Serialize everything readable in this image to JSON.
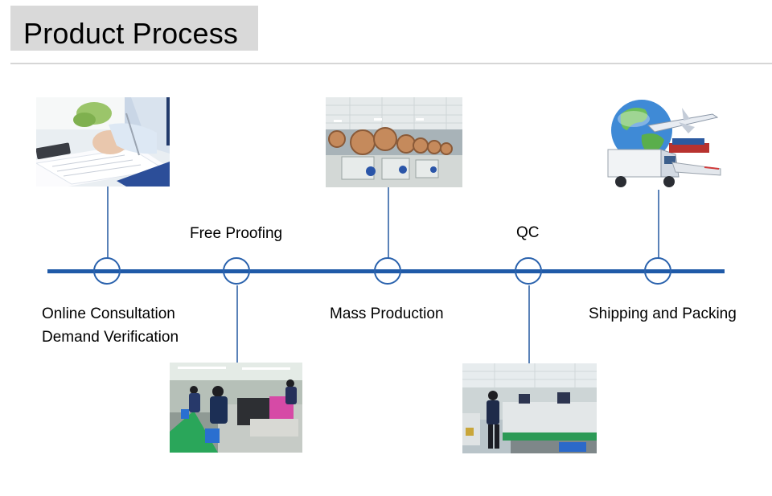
{
  "header": {
    "title": "Product Process"
  },
  "steps": [
    {
      "line1": "Online Consultation",
      "line2": "Demand Verification"
    },
    {
      "line1": "Free Proofing"
    },
    {
      "line1": "Mass Production"
    },
    {
      "line1": "QC"
    },
    {
      "line1": "Shipping and Packing"
    }
  ],
  "colors": {
    "timeline": "#1f5aa8",
    "title_bg": "#d9d9d9"
  },
  "images": [
    "contract-signing-photo",
    "proofing-workshop-photo",
    "mass-production-factory-photo",
    "qc-inspection-photo",
    "shipping-logistics-photo"
  ]
}
